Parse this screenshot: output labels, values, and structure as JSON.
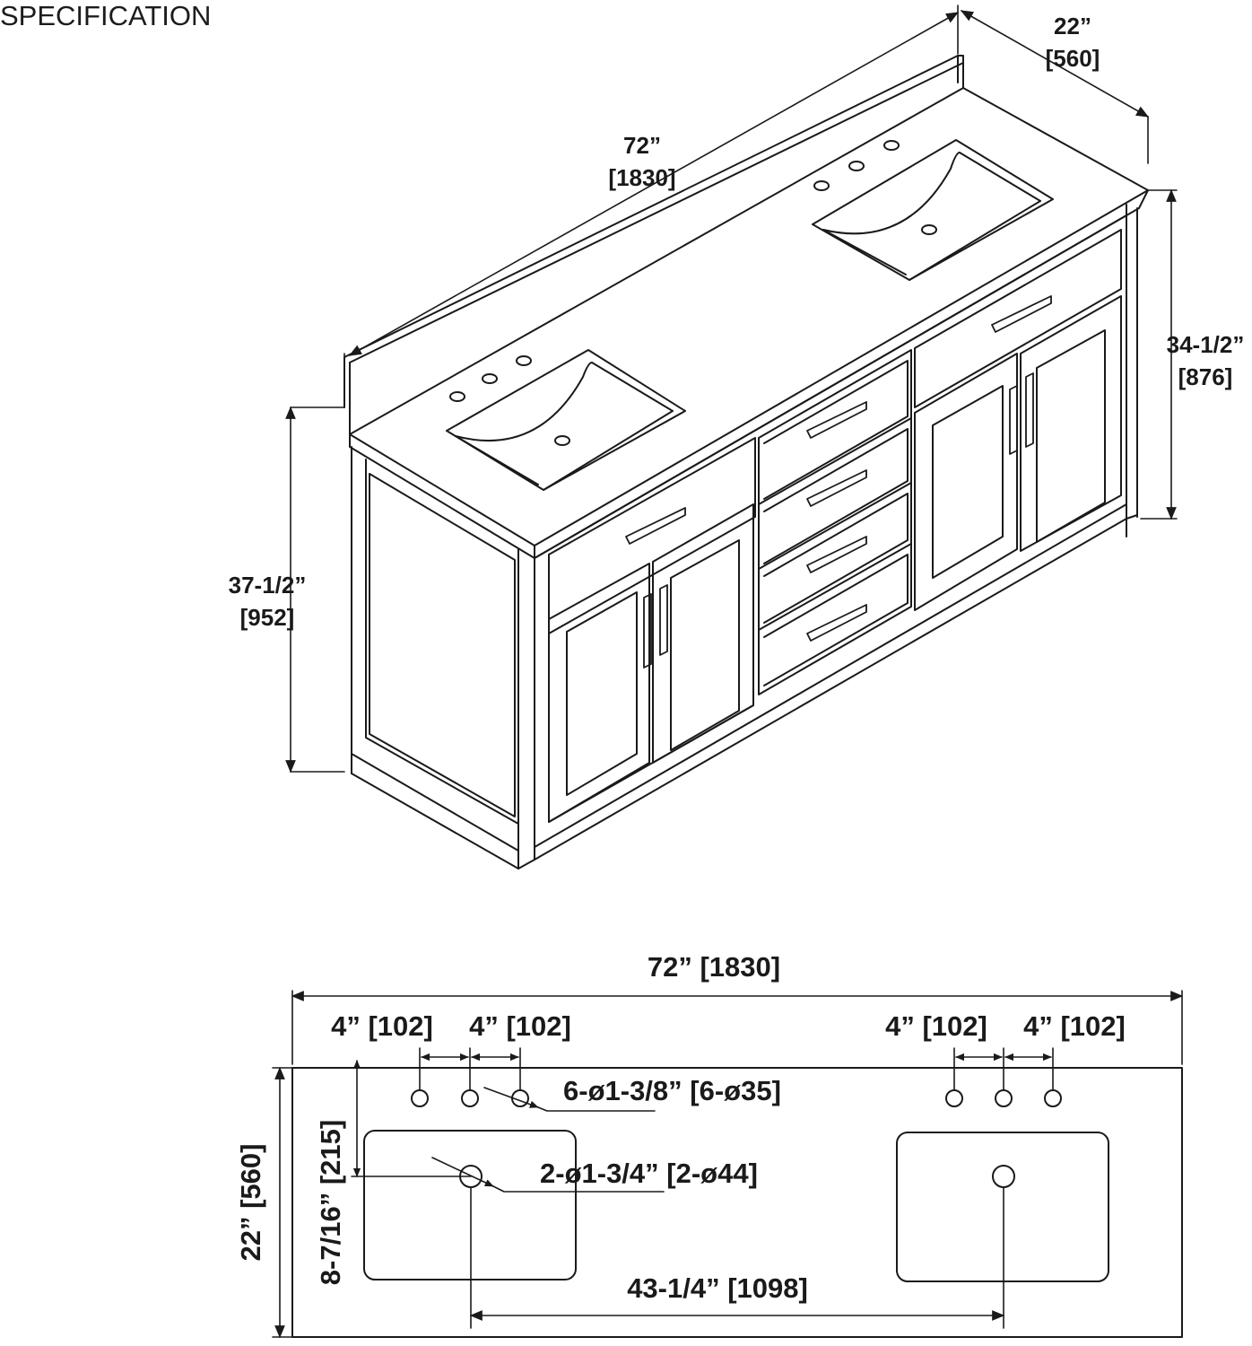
{
  "header": {
    "title": "SPECIFICATION"
  },
  "iso_view": {
    "width": {
      "in": "72”",
      "mm": "[1830]"
    },
    "depth": {
      "in": "22”",
      "mm": "[560]"
    },
    "total_height": {
      "in": "37-1/2”",
      "mm": "[952]"
    },
    "cabinet_height": {
      "in": "34-1/2”",
      "mm": "[876]"
    }
  },
  "top_view": {
    "width": "72” [1830]",
    "depth": "22” [560]",
    "hole_spacing_left_a": "4” [102]",
    "hole_spacing_left_b": "4” [102]",
    "hole_spacing_right_a": "4” [102]",
    "hole_spacing_right_b": "4” [102]",
    "faucet_holes": "6-ø1-3/8” [6-ø35]",
    "drain_holes": "2-ø1-3/4” [2-ø44]",
    "drain_offset": "8-7/16” [215]",
    "drain_spacing": "43-1/4” [1098]"
  },
  "colors": {
    "line": "#1a1a1a",
    "background": "#ffffff"
  }
}
